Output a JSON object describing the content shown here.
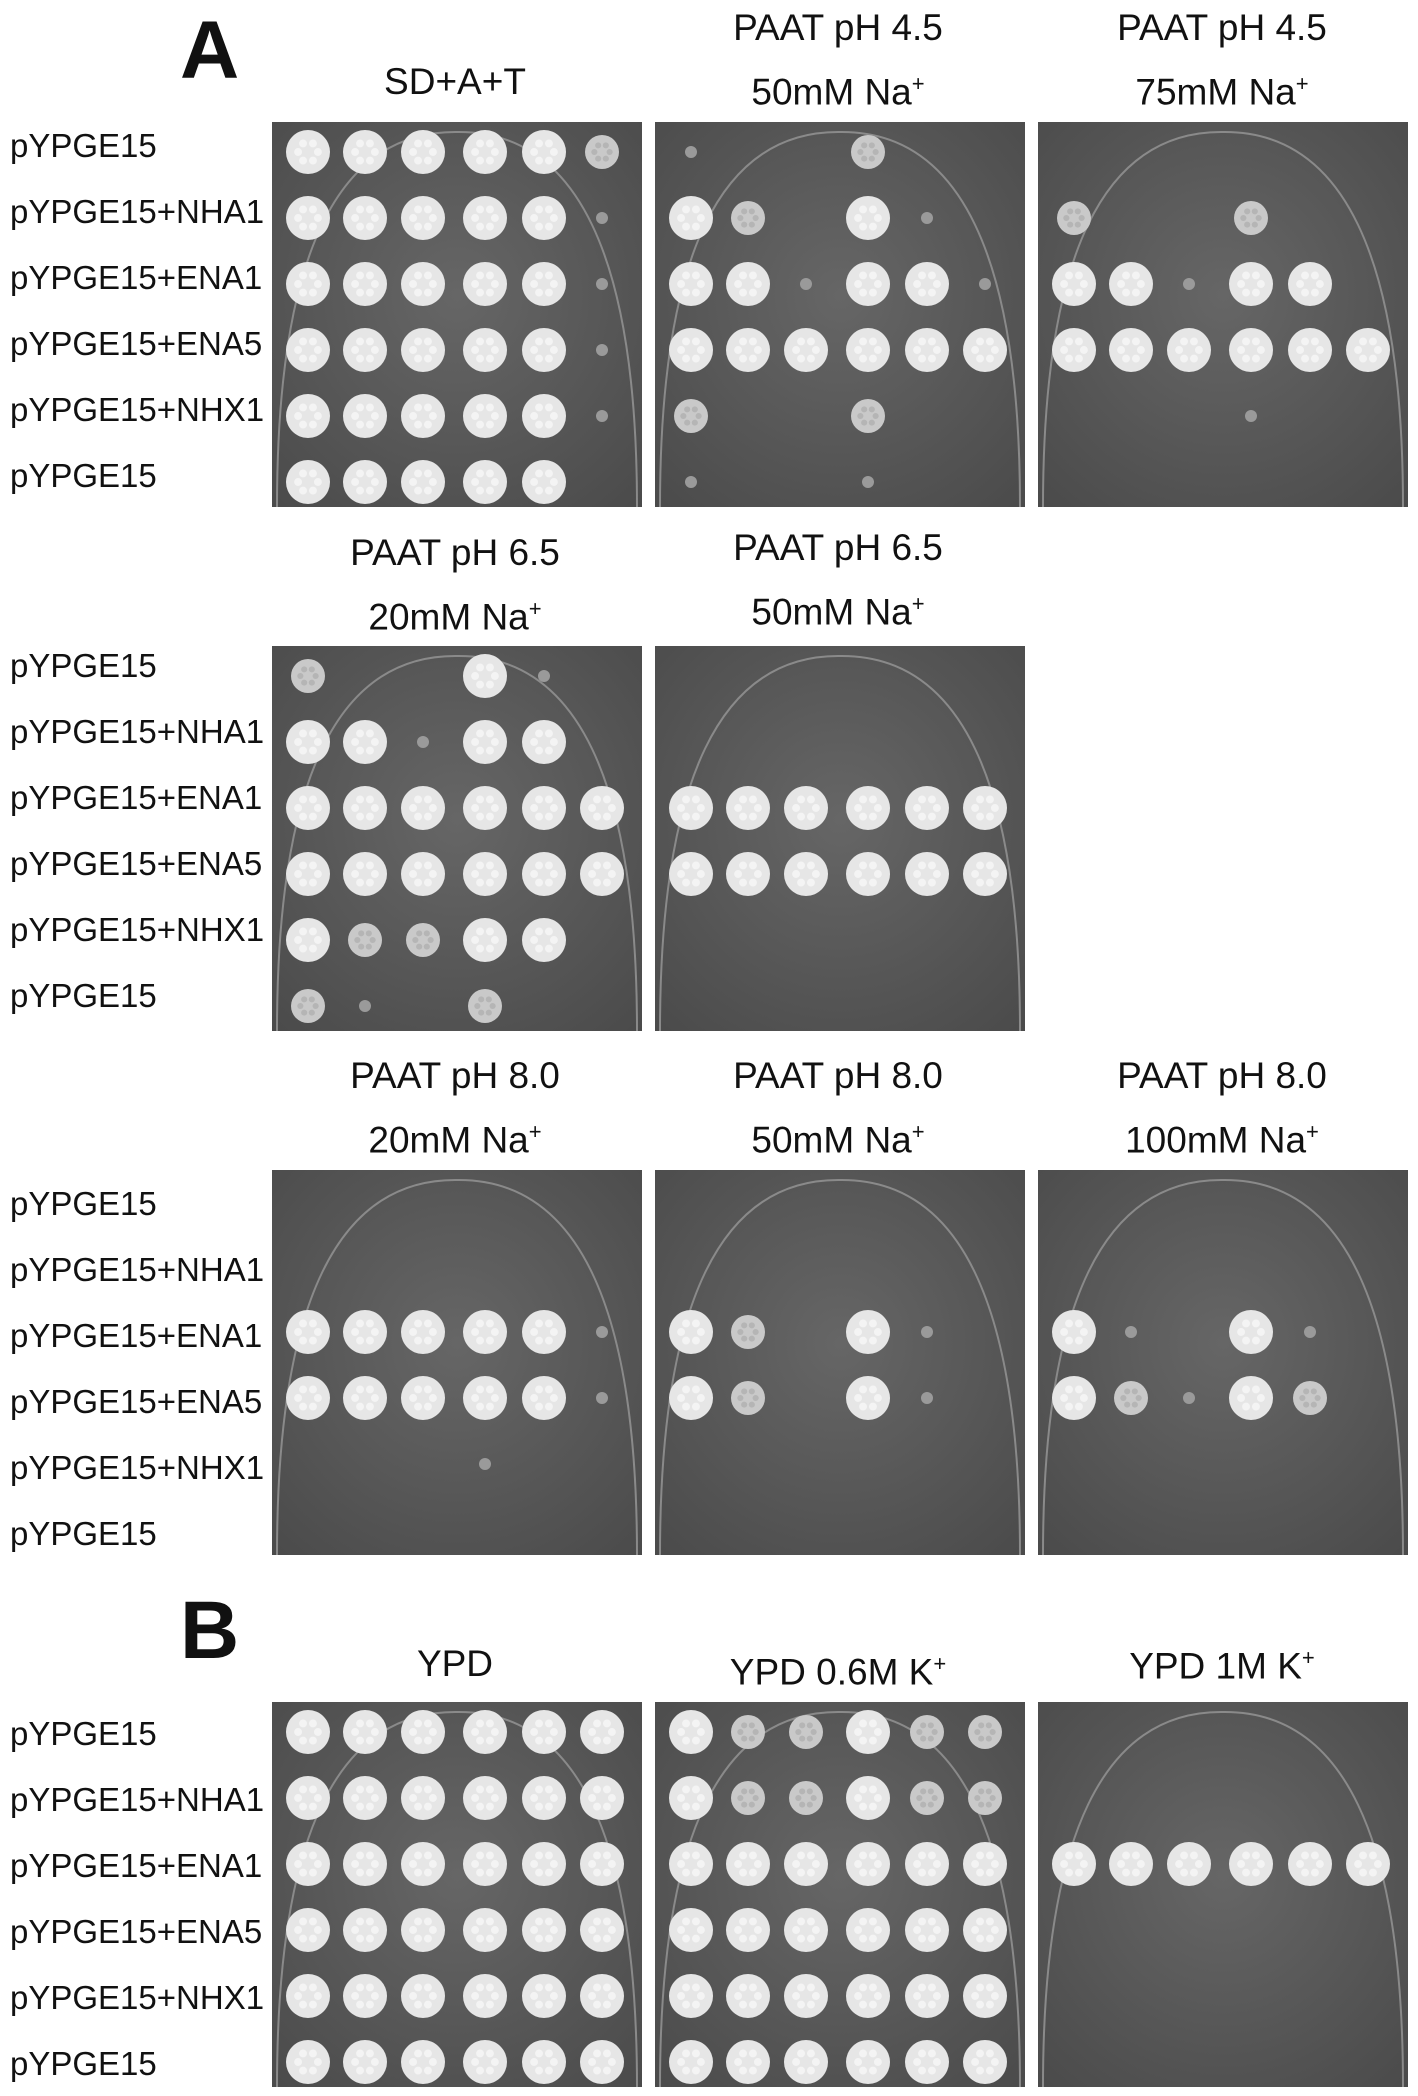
{
  "figure": {
    "panels": [
      {
        "letter": "A",
        "rows": [
          {
            "strains": [
              "pYPGE15",
              "pYPGE15+NHA1",
              "pYPGE15+ENA1",
              "pYPGE15+ENA5",
              "pYPGE15+NHX1",
              "pYPGE15"
            ],
            "conditions": [
              {
                "line1": "SD+A+T",
                "line2": "",
                "growth": [
                  [
                    3,
                    3,
                    3,
                    3,
                    3,
                    2
                  ],
                  [
                    3,
                    3,
                    3,
                    3,
                    3,
                    1
                  ],
                  [
                    3,
                    3,
                    3,
                    3,
                    3,
                    1
                  ],
                  [
                    3,
                    3,
                    3,
                    3,
                    3,
                    1
                  ],
                  [
                    3,
                    3,
                    3,
                    3,
                    3,
                    1
                  ],
                  [
                    3,
                    3,
                    3,
                    3,
                    3,
                    0
                  ]
                ]
              },
              {
                "line1": "PAAT pH 4.5",
                "line2": "50mM Na",
                "sup": "+",
                "growth": [
                  [
                    1,
                    0,
                    0,
                    2,
                    0,
                    0
                  ],
                  [
                    3,
                    2,
                    0,
                    3,
                    1,
                    0
                  ],
                  [
                    3,
                    3,
                    1,
                    3,
                    3,
                    1
                  ],
                  [
                    3,
                    3,
                    3,
                    3,
                    3,
                    3
                  ],
                  [
                    2,
                    0,
                    0,
                    2,
                    0,
                    0
                  ],
                  [
                    1,
                    0,
                    0,
                    1,
                    0,
                    0
                  ]
                ]
              },
              {
                "line1": "PAAT pH 4.5",
                "line2": "75mM Na",
                "sup": "+",
                "growth": [
                  [
                    0,
                    0,
                    0,
                    0,
                    0,
                    0
                  ],
                  [
                    2,
                    0,
                    0,
                    2,
                    0,
                    0
                  ],
                  [
                    3,
                    3,
                    1,
                    3,
                    3,
                    0
                  ],
                  [
                    3,
                    3,
                    3,
                    3,
                    3,
                    3
                  ],
                  [
                    0,
                    0,
                    0,
                    1,
                    0,
                    0
                  ],
                  [
                    0,
                    0,
                    0,
                    0,
                    0,
                    0
                  ]
                ]
              }
            ]
          },
          {
            "strains": [
              "pYPGE15",
              "pYPGE15+NHA1",
              "pYPGE15+ENA1",
              "pYPGE15+ENA5",
              "pYPGE15+NHX1",
              "pYPGE15"
            ],
            "conditions": [
              {
                "line1": "PAAT pH 6.5",
                "line2": "20mM Na",
                "sup": "+",
                "growth": [
                  [
                    2,
                    0,
                    0,
                    3,
                    1,
                    0
                  ],
                  [
                    3,
                    3,
                    1,
                    3,
                    3,
                    0
                  ],
                  [
                    3,
                    3,
                    3,
                    3,
                    3,
                    3
                  ],
                  [
                    3,
                    3,
                    3,
                    3,
                    3,
                    3
                  ],
                  [
                    3,
                    2,
                    2,
                    3,
                    3,
                    0
                  ],
                  [
                    2,
                    1,
                    0,
                    2,
                    0,
                    0
                  ]
                ]
              },
              {
                "line1": "PAAT pH 6.5",
                "line2": "50mM Na",
                "sup": "+",
                "growth": [
                  [
                    0,
                    0,
                    0,
                    0,
                    0,
                    0
                  ],
                  [
                    0,
                    0,
                    0,
                    0,
                    0,
                    0
                  ],
                  [
                    3,
                    3,
                    3,
                    3,
                    3,
                    3
                  ],
                  [
                    3,
                    3,
                    3,
                    3,
                    3,
                    3
                  ],
                  [
                    0,
                    0,
                    0,
                    0,
                    0,
                    0
                  ],
                  [
                    0,
                    0,
                    0,
                    0,
                    0,
                    0
                  ]
                ]
              }
            ]
          },
          {
            "strains": [
              "pYPGE15",
              "pYPGE15+NHA1",
              "pYPGE15+ENA1",
              "pYPGE15+ENA5",
              "pYPGE15+NHX1",
              "pYPGE15"
            ],
            "conditions": [
              {
                "line1": "PAAT pH 8.0",
                "line2": "20mM Na",
                "sup": "+",
                "growth": [
                  [
                    0,
                    0,
                    0,
                    0,
                    0,
                    0
                  ],
                  [
                    0,
                    0,
                    0,
                    0,
                    0,
                    0
                  ],
                  [
                    3,
                    3,
                    3,
                    3,
                    3,
                    1
                  ],
                  [
                    3,
                    3,
                    3,
                    3,
                    3,
                    1
                  ],
                  [
                    0,
                    0,
                    0,
                    1,
                    0,
                    0
                  ],
                  [
                    0,
                    0,
                    0,
                    0,
                    0,
                    0
                  ]
                ]
              },
              {
                "line1": "PAAT pH 8.0",
                "line2": "50mM Na",
                "sup": "+",
                "growth": [
                  [
                    0,
                    0,
                    0,
                    0,
                    0,
                    0
                  ],
                  [
                    0,
                    0,
                    0,
                    0,
                    0,
                    0
                  ],
                  [
                    3,
                    2,
                    0,
                    3,
                    1,
                    0
                  ],
                  [
                    3,
                    2,
                    0,
                    3,
                    1,
                    0
                  ],
                  [
                    0,
                    0,
                    0,
                    0,
                    0,
                    0
                  ],
                  [
                    0,
                    0,
                    0,
                    0,
                    0,
                    0
                  ]
                ]
              },
              {
                "line1": "PAAT pH 8.0",
                "line2": "100mM Na",
                "sup": "+",
                "growth": [
                  [
                    0,
                    0,
                    0,
                    0,
                    0,
                    0
                  ],
                  [
                    0,
                    0,
                    0,
                    0,
                    0,
                    0
                  ],
                  [
                    3,
                    1,
                    0,
                    3,
                    1,
                    0
                  ],
                  [
                    3,
                    2,
                    1,
                    3,
                    2,
                    0
                  ],
                  [
                    0,
                    0,
                    0,
                    0,
                    0,
                    0
                  ],
                  [
                    0,
                    0,
                    0,
                    0,
                    0,
                    0
                  ]
                ]
              }
            ]
          }
        ]
      },
      {
        "letter": "B",
        "rows": [
          {
            "strains": [
              "pYPGE15",
              "pYPGE15+NHA1",
              "pYPGE15+ENA1",
              "pYPGE15+ENA5",
              "pYPGE15+NHX1",
              "pYPGE15"
            ],
            "conditions": [
              {
                "line1": "YPD",
                "line2": "",
                "growth": [
                  [
                    3,
                    3,
                    3,
                    3,
                    3,
                    3
                  ],
                  [
                    3,
                    3,
                    3,
                    3,
                    3,
                    3
                  ],
                  [
                    3,
                    3,
                    3,
                    3,
                    3,
                    3
                  ],
                  [
                    3,
                    3,
                    3,
                    3,
                    3,
                    3
                  ],
                  [
                    3,
                    3,
                    3,
                    3,
                    3,
                    3
                  ],
                  [
                    3,
                    3,
                    3,
                    3,
                    3,
                    3
                  ]
                ]
              },
              {
                "line1": "YPD 0.6M K",
                "sup": "+",
                "line2": "",
                "growth": [
                  [
                    3,
                    2,
                    2,
                    3,
                    2,
                    2
                  ],
                  [
                    3,
                    2,
                    2,
                    3,
                    2,
                    2
                  ],
                  [
                    3,
                    3,
                    3,
                    3,
                    3,
                    3
                  ],
                  [
                    3,
                    3,
                    3,
                    3,
                    3,
                    3
                  ],
                  [
                    3,
                    3,
                    3,
                    3,
                    3,
                    3
                  ],
                  [
                    3,
                    3,
                    3,
                    3,
                    3,
                    3
                  ]
                ]
              },
              {
                "line1": "YPD 1M K",
                "sup": "+",
                "line2": "",
                "growth": [
                  [
                    0,
                    0,
                    0,
                    0,
                    0,
                    0
                  ],
                  [
                    0,
                    0,
                    0,
                    0,
                    0,
                    0
                  ],
                  [
                    3,
                    3,
                    3,
                    3,
                    3,
                    3
                  ],
                  [
                    0,
                    0,
                    0,
                    0,
                    0,
                    0
                  ],
                  [
                    0,
                    0,
                    0,
                    0,
                    0,
                    0
                  ],
                  [
                    0,
                    0,
                    0,
                    0,
                    0,
                    0
                  ]
                ]
              }
            ]
          }
        ]
      }
    ]
  }
}
